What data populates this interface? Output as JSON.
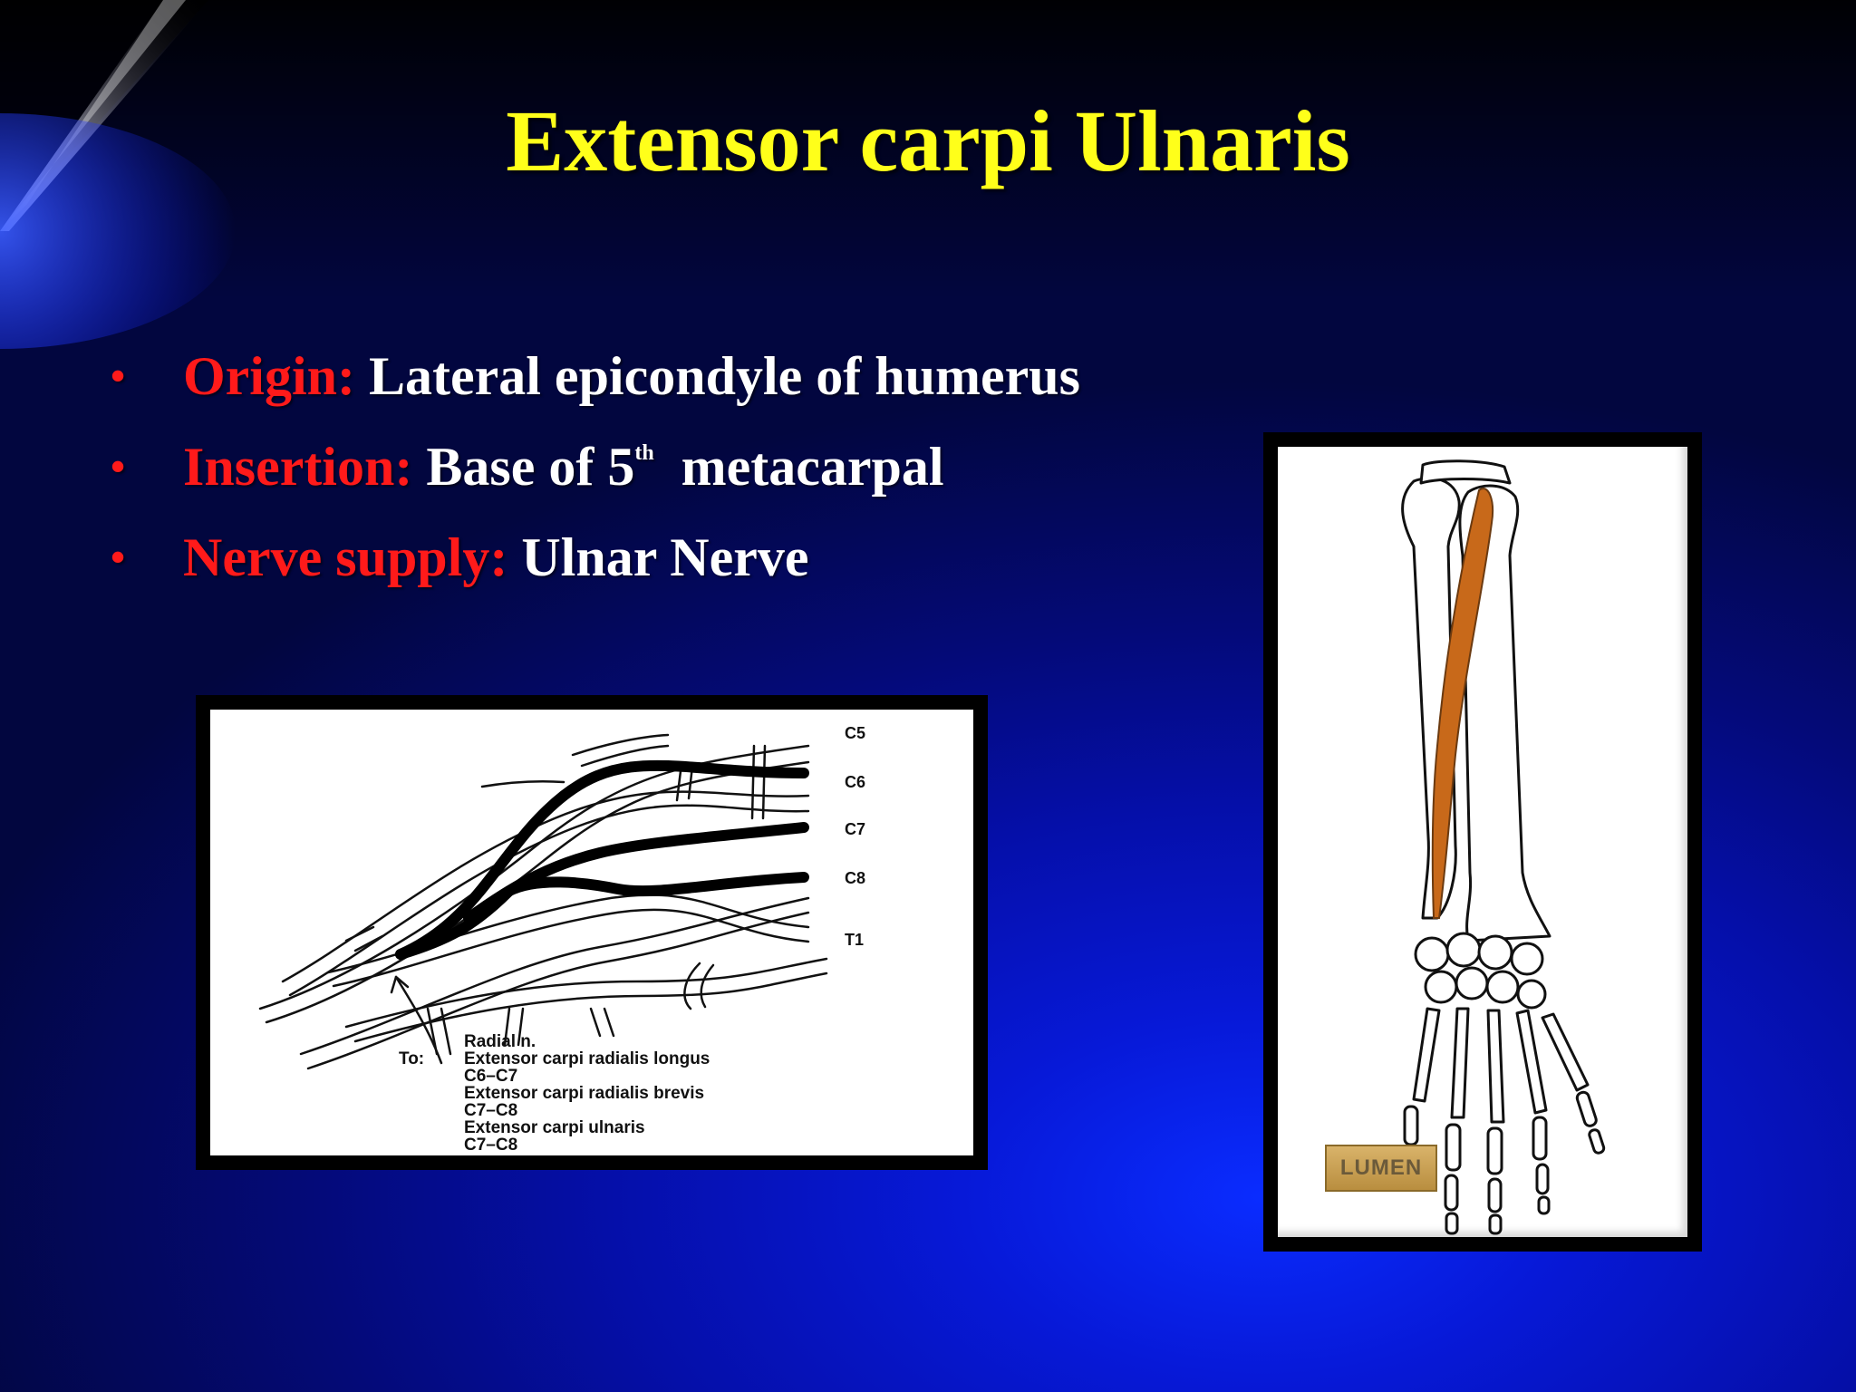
{
  "slide": {
    "title": "Extensor carpi Ulnaris",
    "bullets": [
      {
        "label": "Origin:",
        "text": "Lateral epicondyle of humerus"
      },
      {
        "label": "Insertion:",
        "text_before": "Base of 5",
        "superscript": "th",
        "text_after": "  metacarpal"
      },
      {
        "label": "Nerve supply:",
        "text": "Ulnar Nerve"
      }
    ],
    "bullet_symbol": "•",
    "colors": {
      "title": "#ffff1a",
      "label": "#ff1a1a",
      "body_text": "#ffffff",
      "background_center": "#0a2cff",
      "background_edge": "#02063f"
    }
  },
  "brachial_plexus_figure": {
    "root_labels": [
      "C5",
      "C6",
      "C7",
      "C8",
      "T1"
    ],
    "caption": {
      "nerve": "Radial n.",
      "to_label": "To:",
      "lines": [
        "Extensor carpi radialis longus",
        "C6–C7",
        "Extensor carpi radialis brevis",
        "C7–C8",
        "Extensor carpi ulnaris",
        "C7–C8"
      ]
    }
  },
  "forearm_figure": {
    "badge_text": "LUMEN",
    "muscle_color": "#c8691a"
  }
}
